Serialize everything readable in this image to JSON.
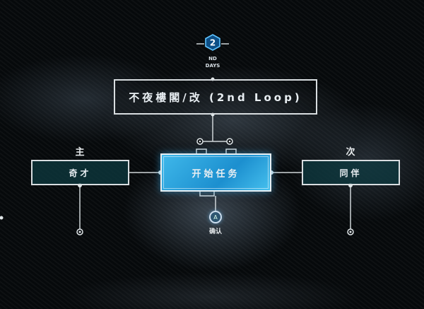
{
  "day": {
    "number": "2",
    "suffix": "ND",
    "label": "DAYS"
  },
  "chapter_title": "不夜樓閣/改 (2nd Loop)",
  "left": {
    "header": "主",
    "button": "奇才"
  },
  "center": {
    "button": "开始任务",
    "confirm_key": "A",
    "confirm_label": "确认"
  },
  "right": {
    "header": "次",
    "button": "同伴"
  },
  "colors": {
    "accent": "#2aa6e0",
    "line": "#d8dde0"
  }
}
